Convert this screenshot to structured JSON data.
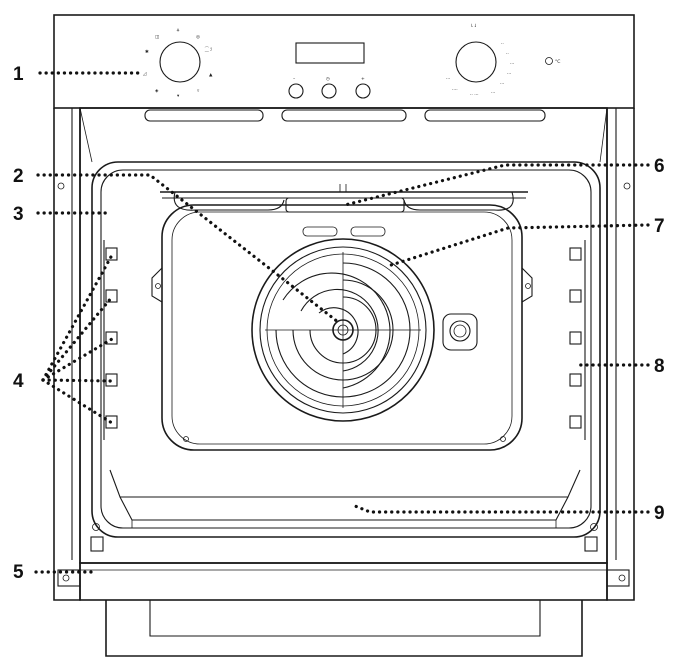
{
  "callouts": [
    {
      "id": "1",
      "label": "1"
    },
    {
      "id": "2",
      "label": "2"
    },
    {
      "id": "3",
      "label": "3"
    },
    {
      "id": "4",
      "label": "4"
    },
    {
      "id": "5",
      "label": "5"
    },
    {
      "id": "6",
      "label": "6"
    },
    {
      "id": "7",
      "label": "7"
    },
    {
      "id": "8",
      "label": "8"
    },
    {
      "id": "9",
      "label": "9"
    }
  ],
  "control_panel": {
    "right_dial_top_mark": "⇂⇃",
    "indicator_label": "°C"
  },
  "colors": {
    "line": "#1a1a1a",
    "background": "#ffffff",
    "panel": "#f2f2f2"
  }
}
